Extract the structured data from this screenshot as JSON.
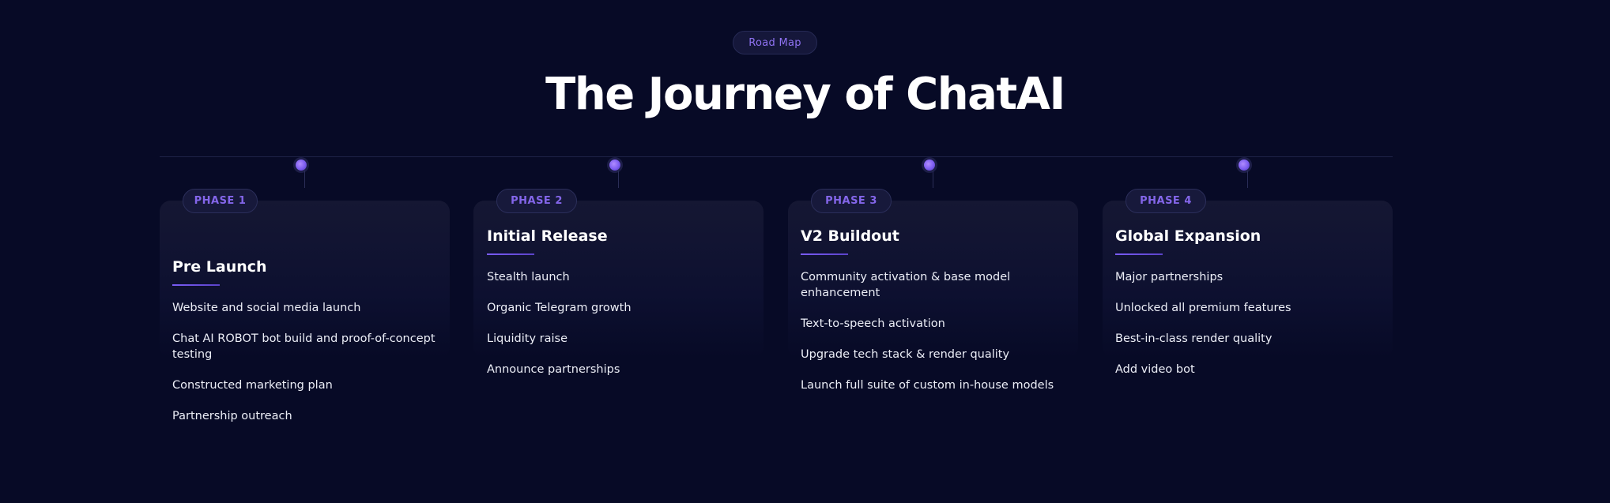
{
  "header": {
    "badge": "Road Map",
    "title": "The Journey of ChatAI"
  },
  "accent_color": "#7c5cf0",
  "phases": [
    {
      "label": "PHASE 1",
      "title": "Pre Launch",
      "items": [
        "Website and social media launch",
        "Chat AI ROBOT bot build and proof-of-concept testing",
        "Constructed marketing plan",
        "Partnership outreach"
      ]
    },
    {
      "label": "PHASE 2",
      "title": "Initial Release",
      "items": [
        "Stealth launch",
        "Organic Telegram growth",
        "Liquidity raise",
        "Announce partnerships"
      ]
    },
    {
      "label": "PHASE 3",
      "title": "V2 Buildout",
      "items": [
        "Community activation & base model enhancement",
        "Text-to-speech activation",
        "Upgrade tech stack & render quality",
        "Launch full suite of custom in-house models"
      ]
    },
    {
      "label": "PHASE 4",
      "title": "Global Expansion",
      "items": [
        "Major partnerships",
        "Unlocked all premium features",
        "Best-in-class render quality",
        "Add video bot"
      ]
    }
  ]
}
